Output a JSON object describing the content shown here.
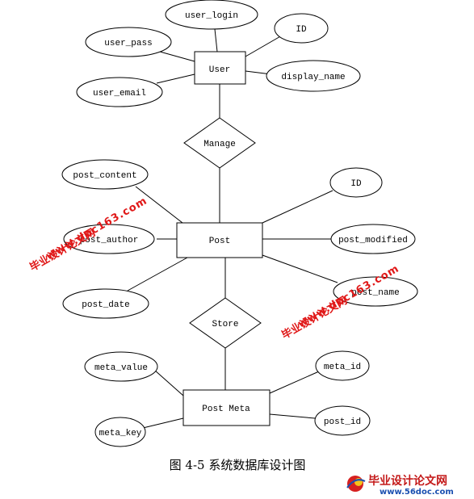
{
  "diagram": {
    "entities": {
      "user": "User",
      "post": "Post",
      "post_meta": "Post Meta"
    },
    "relationships": {
      "manage": "Manage",
      "store": "Store"
    },
    "user_attributes": {
      "user_login": "user_login",
      "user_pass": "user_pass",
      "id": "ID",
      "display_name": "display_name",
      "user_email": "user_email"
    },
    "post_attributes": {
      "post_content": "post_content",
      "id": "ID",
      "post_author": "post_author",
      "post_modified": "post_modified",
      "post_date": "post_date",
      "post_name": "post_name"
    },
    "post_meta_attributes": {
      "meta_value": "meta_value",
      "meta_id": "meta_id",
      "post_id": "post_id",
      "meta_key": "meta_key"
    },
    "caption": "图 4-5  系统数据库设计图"
  },
  "watermarks": {
    "left_cn": "毕业设计论文网",
    "left_url": "www.doc163.com",
    "right_cn": "毕业设计论文网",
    "right_url": "www.doc163.com",
    "logo_cn": "毕业设计论文网",
    "logo_url": "www.56doc.com"
  },
  "colors": {
    "watermark": "#e01818",
    "logo_red": "#c41a1a",
    "logo_blue": "#1a4fb0"
  }
}
